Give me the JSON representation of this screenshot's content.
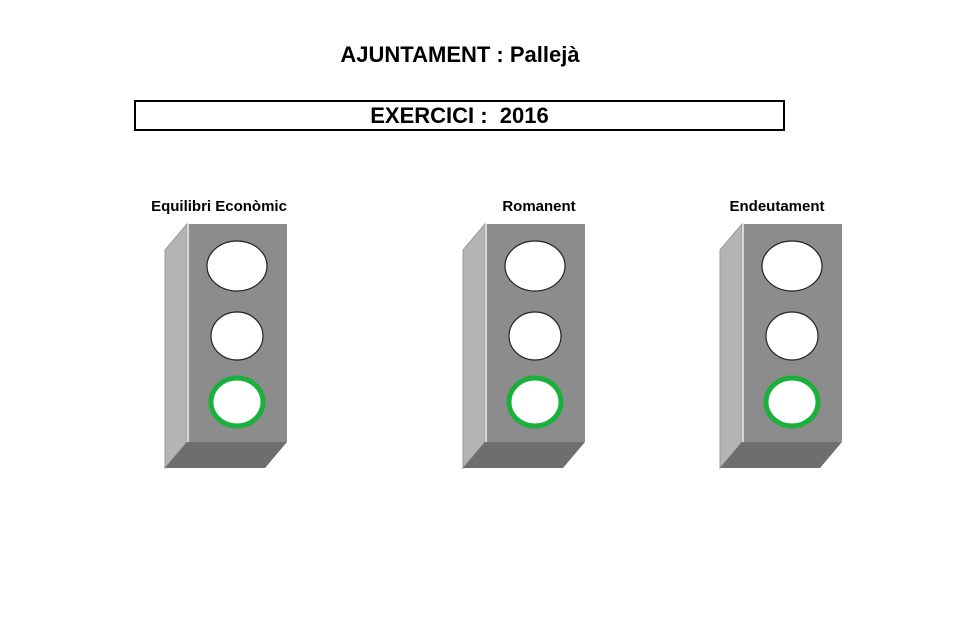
{
  "header": {
    "title": "AJUNTAMENT : Pallejà",
    "year_label": "EXERCICI :  2016"
  },
  "indicators": [
    {
      "label": "Equilibri Econòmic",
      "status": "green",
      "lamps": [
        "off",
        "off",
        "green"
      ]
    },
    {
      "label": "Romanent",
      "status": "green",
      "lamps": [
        "off",
        "off",
        "green"
      ]
    },
    {
      "label": "Endeutament",
      "status": "green",
      "lamps": [
        "off",
        "off",
        "green"
      ]
    }
  ],
  "colors": {
    "housing_front": "#8c8c8c",
    "housing_side": "#b4b4b4",
    "housing_bottom": "#6e6e6e",
    "lamp_off": "#ffffff",
    "lamp_green_ring": "#19b03c"
  }
}
